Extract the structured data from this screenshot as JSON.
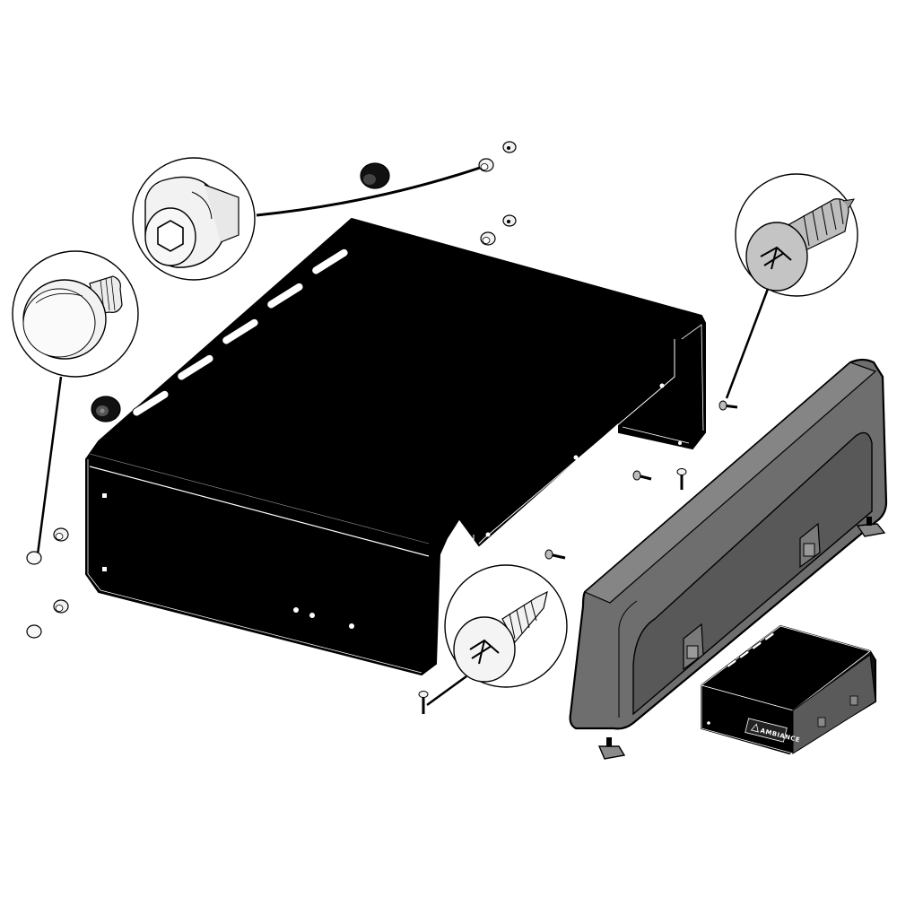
{
  "diagram": {
    "components": [
      {
        "id": "main-tray",
        "kind": "sheet-metal tray"
      },
      {
        "id": "side-cover",
        "kind": "moulded side cover"
      },
      {
        "id": "small-box",
        "kind": "small enclosure"
      }
    ],
    "callouts": [
      {
        "id": "hex-socket-screw",
        "icon": "hex-socket-screw-icon"
      },
      {
        "id": "pan-head-bolt",
        "icon": "pan-head-bolt-icon"
      },
      {
        "id": "self-tapping-screw",
        "icon": "self-tapping-screw-icon"
      },
      {
        "id": "self-drilling-screw",
        "icon": "self-drilling-screw-icon"
      }
    ],
    "small_box_brand": "AMBIANCE",
    "colors": {
      "metal": "#000000",
      "cover": "#6e6e6e",
      "cover_face": "#585858",
      "line": "#000000",
      "hardware_light": "#f2f2f2",
      "hardware_tinted": "#bdbdbd"
    }
  }
}
